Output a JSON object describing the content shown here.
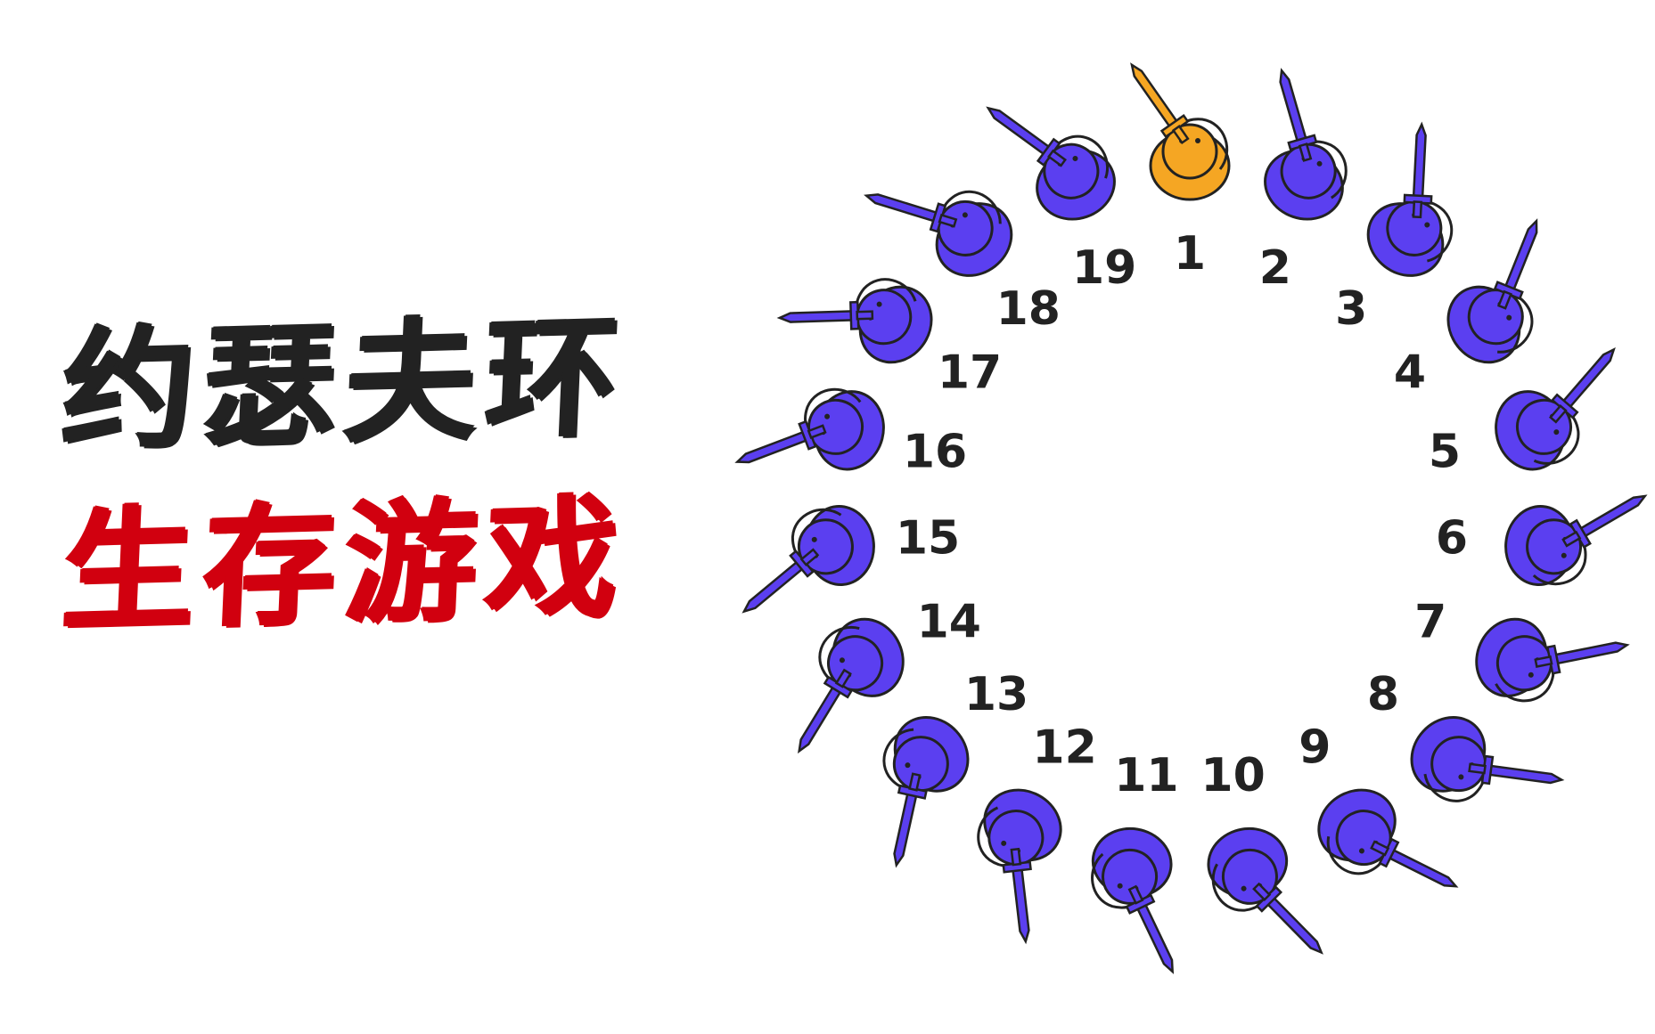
{
  "title": {
    "line1": "约瑟夫环",
    "line2": "生存游戏"
  },
  "colors": {
    "title_dark": "#222222",
    "title_red": "#d1000f",
    "person_default": "#5b3ff0",
    "person_highlight": "#f5a623",
    "outline": "#222222"
  },
  "ring": {
    "highlighted": "1",
    "people": [
      {
        "label": "1"
      },
      {
        "label": "2"
      },
      {
        "label": "3"
      },
      {
        "label": "4"
      },
      {
        "label": "5"
      },
      {
        "label": "6"
      },
      {
        "label": "7"
      },
      {
        "label": "8"
      },
      {
        "label": "9"
      },
      {
        "label": "10"
      },
      {
        "label": "11"
      },
      {
        "label": "12"
      },
      {
        "label": "13"
      },
      {
        "label": "14"
      },
      {
        "label": "15"
      },
      {
        "label": "16"
      },
      {
        "label": "17"
      },
      {
        "label": "18"
      },
      {
        "label": "19"
      }
    ]
  }
}
